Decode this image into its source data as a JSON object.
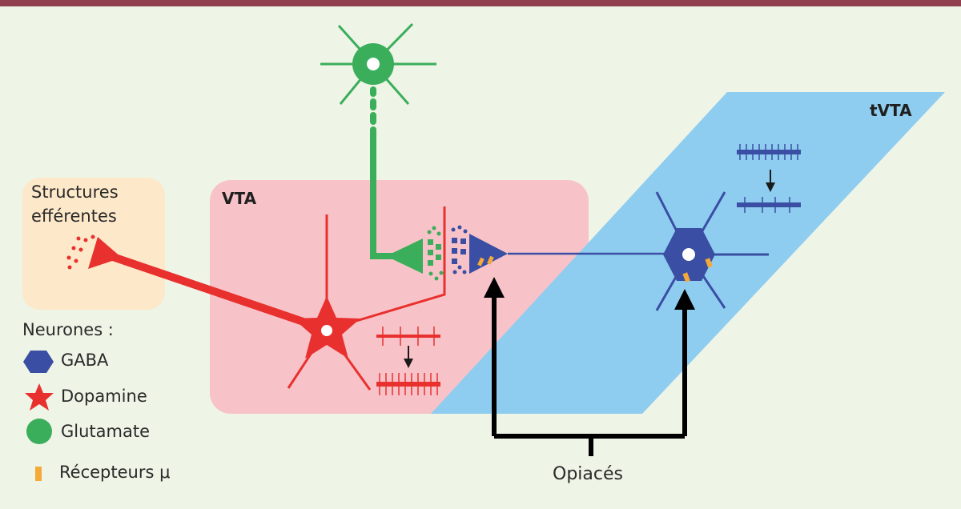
{
  "regions": {
    "vta": "VTA",
    "tvta": "tVTA",
    "efferent": [
      "Structures",
      "efférentes"
    ]
  },
  "legend": {
    "title": "Neurones :",
    "items": [
      {
        "label": "GABA",
        "icon": "hexagon-icon",
        "color": "#3a4ea4"
      },
      {
        "label": "Dopamine",
        "icon": "star-icon",
        "color": "#e8312f"
      },
      {
        "label": "Glutamate",
        "icon": "circle-icon",
        "color": "#3aae5a"
      }
    ],
    "receptor": "Récepteurs μ"
  },
  "opiates_label": "Opiacés",
  "colors": {
    "top_bar": "#8f3f4d",
    "background": "#eef4e6",
    "efferent_box": "#fde8c9",
    "vta_box": "#f8c3c8",
    "tvta_band": "#8ecdf0",
    "gaba": "#3a4ea4",
    "dopamine": "#e8312f",
    "glutamate": "#3aae5a",
    "receptor": "#f4a93a",
    "opiate_arrow": "#000000"
  }
}
